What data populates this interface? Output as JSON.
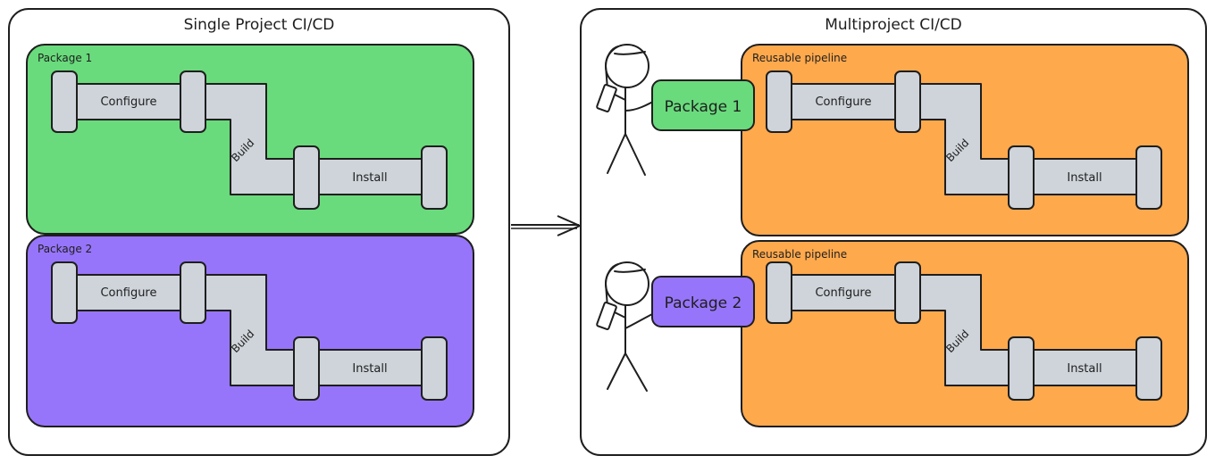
{
  "left_panel": {
    "title": "Single Project CI/CD",
    "packages": [
      {
        "label": "Package 1",
        "color": "#69db7c",
        "stages": {
          "configure": "Configure",
          "build": "Build",
          "install": "Install"
        }
      },
      {
        "label": "Package 2",
        "color": "#9775fa",
        "stages": {
          "configure": "Configure",
          "build": "Build",
          "install": "Install"
        }
      }
    ]
  },
  "right_panel": {
    "title": "Multiproject CI/CD",
    "packages": [
      {
        "label": "Package 1",
        "color": "#69db7c"
      },
      {
        "label": "Package 2",
        "color": "#9775fa"
      }
    ],
    "pipelines": [
      {
        "label": "Reusable pipeline",
        "color": "#ffa94d",
        "stages": {
          "configure": "Configure",
          "build": "Build",
          "install": "Install"
        }
      },
      {
        "label": "Reusable pipeline",
        "color": "#ffa94d",
        "stages": {
          "configure": "Configure",
          "build": "Build",
          "install": "Install"
        }
      }
    ]
  },
  "colors": {
    "pipe_fill": "#ced4da",
    "stroke": "#1e1e1e"
  }
}
